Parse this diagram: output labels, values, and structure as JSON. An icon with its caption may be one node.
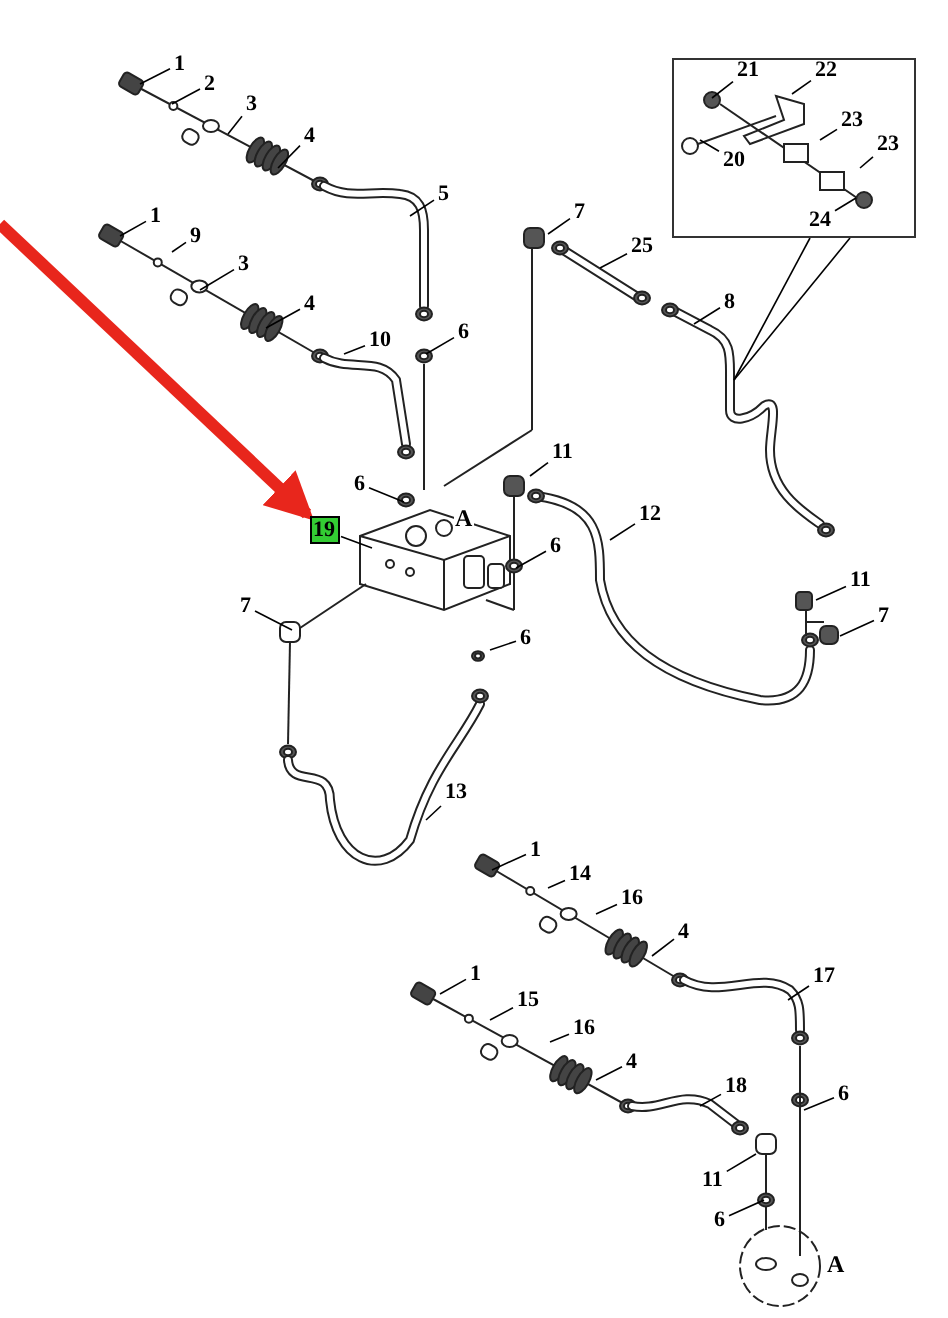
{
  "diagram": {
    "nodes": [
      {
        "text": [],
        "shape": "box"
      },
      {
        "text": [
          "21"
        ],
        "in": 0
      },
      {
        "text": [
          "22"
        ],
        "in": 0
      },
      {
        "text": [
          "20"
        ],
        "in": 0
      },
      {
        "text": [
          "23"
        ],
        "in": 0
      },
      {
        "text": [
          "23"
        ],
        "in": 0
      },
      {
        "text": [
          "24"
        ],
        "in": 0
      },
      {
        "text": [
          "1"
        ]
      },
      {
        "text": [
          "2"
        ]
      },
      {
        "text": [
          "3"
        ]
      },
      {
        "text": [
          "4"
        ]
      },
      {
        "text": [
          "5"
        ]
      },
      {
        "text": [
          "7"
        ]
      },
      {
        "text": [
          "1"
        ]
      },
      {
        "text": [
          "9"
        ]
      },
      {
        "text": [
          "25"
        ]
      },
      {
        "text": [
          "3"
        ]
      },
      {
        "text": [
          "8"
        ]
      },
      {
        "text": [
          "4"
        ]
      },
      {
        "text": [
          "6"
        ]
      },
      {
        "text": [
          "10"
        ]
      },
      {
        "text": [
          "11"
        ]
      },
      {
        "text": [
          "6"
        ]
      },
      {
        "text": [
          "12"
        ]
      },
      {
        "text": [
          "19"
        ]
      },
      {
        "text": [
          "6"
        ]
      },
      {
        "text": [
          "11"
        ]
      },
      {
        "text": [
          "7"
        ]
      },
      {
        "text": [
          "7"
        ]
      },
      {
        "text": [
          "6"
        ]
      },
      {
        "text": [
          "13"
        ]
      },
      {
        "text": [
          "1"
        ]
      },
      {
        "text": [
          "14"
        ]
      },
      {
        "text": [
          "16"
        ]
      },
      {
        "text": [
          "4"
        ]
      },
      {
        "text": [
          "1"
        ]
      },
      {
        "text": [
          "17"
        ]
      },
      {
        "text": [
          "15"
        ]
      },
      {
        "text": [
          "16"
        ]
      },
      {
        "text": [
          "4"
        ]
      },
      {
        "text": [
          "18"
        ]
      },
      {
        "text": [
          "6"
        ]
      },
      {
        "text": [
          "11"
        ]
      },
      {
        "text": [
          "6"
        ]
      }
    ],
    "edges": [
      {
        "from": 1,
        "to": null,
        "arrow": "none"
      },
      {
        "from": 2,
        "to": null,
        "arrow": "none"
      },
      {
        "from": 3,
        "to": null,
        "arrow": "none"
      },
      {
        "from": 4,
        "to": null,
        "arrow": "none"
      },
      {
        "from": 5,
        "to": null,
        "arrow": "none"
      },
      {
        "from": 6,
        "to": null,
        "arrow": "none"
      },
      {
        "from": 7,
        "to": null,
        "arrow": "none"
      },
      {
        "from": 8,
        "to": null,
        "arrow": "none"
      },
      {
        "from": 9,
        "to": null,
        "arrow": "none"
      },
      {
        "from": 10,
        "to": null,
        "arrow": "none"
      },
      {
        "from": 11,
        "to": null,
        "arrow": "none"
      },
      {
        "from": 12,
        "to": null,
        "arrow": "none"
      },
      {
        "from": 13,
        "to": null,
        "arrow": "none"
      },
      {
        "from": 14,
        "to": null,
        "arrow": "none"
      },
      {
        "from": 15,
        "to": null,
        "arrow": "none"
      },
      {
        "from": 16,
        "to": null,
        "arrow": "none"
      },
      {
        "from": 17,
        "to": null,
        "arrow": "none"
      },
      {
        "from": 18,
        "to": null,
        "arrow": "none"
      },
      {
        "from": 19,
        "to": null,
        "arrow": "none"
      },
      {
        "from": 20,
        "to": null,
        "arrow": "none"
      },
      {
        "from": 21,
        "to": null,
        "arrow": "none"
      },
      {
        "from": 22,
        "to": null,
        "arrow": "none"
      },
      {
        "from": 23,
        "to": null,
        "arrow": "none"
      },
      {
        "from": 24,
        "to": null,
        "arrow": "none"
      },
      {
        "from": 25,
        "to": null,
        "arrow": "none"
      },
      {
        "from": 26,
        "to": null,
        "arrow": "none"
      },
      {
        "from": 27,
        "to": null,
        "arrow": "none"
      },
      {
        "from": 28,
        "to": null,
        "arrow": "none"
      },
      {
        "from": 29,
        "to": null,
        "arrow": "none"
      },
      {
        "from": 30,
        "to": null,
        "arrow": "none"
      },
      {
        "from": 31,
        "to": null,
        "arrow": "none"
      },
      {
        "from": 32,
        "to": null,
        "arrow": "none"
      },
      {
        "from": 33,
        "to": null,
        "arrow": "none"
      },
      {
        "from": 34,
        "to": null,
        "arrow": "none"
      },
      {
        "from": 35,
        "to": null,
        "arrow": "none"
      },
      {
        "from": 36,
        "to": null,
        "arrow": "none"
      },
      {
        "from": 37,
        "to": null,
        "arrow": "none"
      },
      {
        "from": 38,
        "to": null,
        "arrow": "none"
      },
      {
        "from": 39,
        "to": null,
        "arrow": "none"
      },
      {
        "from": 40,
        "to": null,
        "arrow": "none"
      },
      {
        "from": 41,
        "to": null,
        "arrow": "none"
      },
      {
        "from": 42,
        "to": null,
        "arrow": "none"
      },
      {
        "from": 43,
        "to": null,
        "arrow": "none"
      },
      {
        "from": 0,
        "to": null,
        "arrow": "none"
      },
      {
        "from": 0,
        "to": null,
        "arrow": "none"
      },
      {
        "from": null,
        "to": 24,
        "arrow": "to",
        "style": "thick",
        "color": "#e8261c"
      }
    ],
    "labels": [
      "A",
      "A"
    ]
  }
}
